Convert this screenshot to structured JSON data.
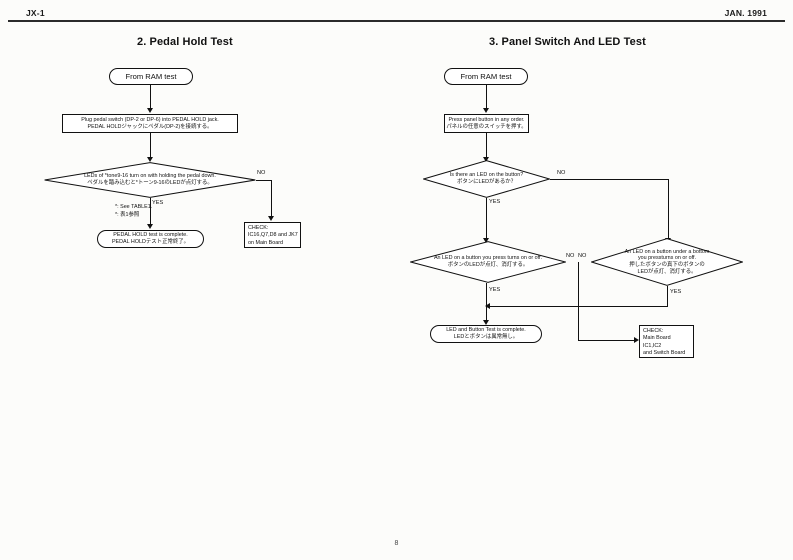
{
  "header": {
    "model_code": "JX-1",
    "date": "JAN. 1991"
  },
  "page_number": "8",
  "sections": [
    {
      "id": "pedal-hold-test",
      "title": "2. Pedal Hold Test",
      "nodes": {
        "start": {
          "text": "From RAM test"
        },
        "process1": {
          "line_en": "Plug pedal switch (DP-2 or DP-6) into PEDAL HOLD jack.",
          "line_jp": "PEDAL HOLDジャックにペダル(DP-2)を接続する。"
        },
        "decision1": {
          "line_en": "LEDs of *tone9-16 turn on with holding the pedal down.",
          "line_jp": "ペダルを踏み込むと*トーン9-16のLEDが点灯する。"
        },
        "complete": {
          "line_en": "PEDAL HOLD test is complete.",
          "line_jp": "PEDAL HOLDテスト正常終了。"
        },
        "check": {
          "line1": "CHECK:",
          "line2": "IC16,Q7,D8 and JK7",
          "line3": "on Main Board"
        }
      },
      "edge_labels": {
        "yes": "YES",
        "no": "NO"
      },
      "footnote": {
        "line_en": "*: See TABLE1.",
        "line_jp": "*: 表1参照"
      }
    },
    {
      "id": "panel-switch-led-test",
      "title": "3. Panel Switch And LED Test",
      "nodes": {
        "start": {
          "text": "From RAM test"
        },
        "process1": {
          "line_en": "Press panel button in any order.",
          "line_jp": "パネルの任意のスイッチを押す。"
        },
        "decision1": {
          "line_en": "Is there an LED on the button?",
          "line_jp": "ボタンにLEDがあるか？"
        },
        "decision2": {
          "line_en": "An LED on a button you press turns on or off.",
          "line_jp": "ボタンのLEDが点灯、消灯する。"
        },
        "decision3": {
          "line1_en": "An LED  on a button under a bottom",
          "line2_en": "you pressturns on or off.",
          "line1_jp": "押したボタンの真下のボタンの",
          "line2_jp": "LEDが点灯、消灯する。"
        },
        "complete": {
          "line_en": "LED and Button Test is complete.",
          "line_jp": "LEDとボタンは異常無し。"
        },
        "check": {
          "line1": "CHECK:",
          "line2": "Main Board",
          "line3": "IC1,IC2",
          "line4": "and Switch Board"
        }
      },
      "edge_labels": {
        "yes": "YES",
        "no": "NO"
      }
    }
  ],
  "colors": {
    "ink": "#111111",
    "paper": "#fdfdfb"
  }
}
